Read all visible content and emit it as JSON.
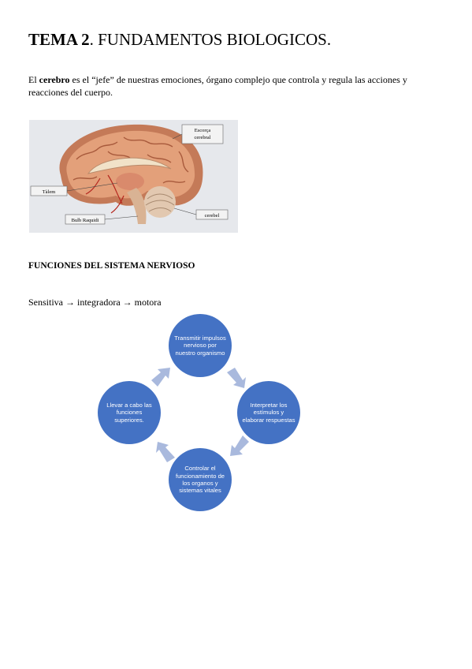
{
  "title": {
    "bold": "TEMA 2",
    "rest": ". FUNDAMENTOS BIOLOGICOS."
  },
  "intro": {
    "pre": "El ",
    "bold": "cerebro",
    "post": " es el “jefe” de nuestras emociones, órgano complejo que controla y regula las acciones y reacciones del cuerpo."
  },
  "brain_labels": {
    "escorca": "Escorça",
    "cerebral": "cerebral",
    "talem": "Tàlem",
    "bulb": "Bulb Raquidi",
    "cerebel": "cerebel"
  },
  "section_heading": "FUNCIONES DEL SISTEMA NERVIOSO",
  "flow": {
    "a": "Sensitiva",
    "arrow": "→",
    "b": "integradora",
    "c": "motora"
  },
  "cycle": {
    "top": "Transmitir impulsos nervioso por nuestro organismo",
    "right": "Interpretar los estímulos y elaborar respuestas",
    "bottom": "Controlar el funcionamiento de los organos y sistemas vitales",
    "left": "Llevar a cabo las funciones superiores."
  },
  "colors": {
    "node": "#4472c4",
    "arrow": "#a9b9dd"
  }
}
